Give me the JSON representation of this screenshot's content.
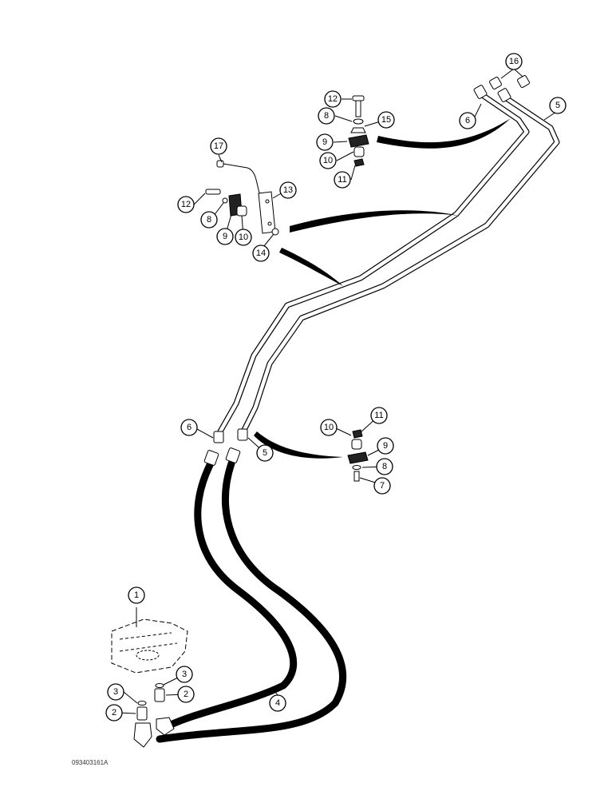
{
  "figure_code": "093403161A",
  "callouts": {
    "c1": "1",
    "c2a": "2",
    "c2b": "2",
    "c3a": "3",
    "c3b": "3",
    "c4": "4",
    "c5a": "5",
    "c5b": "5",
    "c6a": "6",
    "c6b": "6",
    "c7": "7",
    "c8a": "8",
    "c8b": "8",
    "c8c": "8",
    "c9a": "9",
    "c9b": "9",
    "c9c": "9",
    "c10a": "10",
    "c10b": "10",
    "c10c": "10",
    "c11a": "11",
    "c11b": "11",
    "c12a": "12",
    "c12b": "12",
    "c13": "13",
    "c14": "14",
    "c15": "15",
    "c16": "16",
    "c17": "17"
  }
}
